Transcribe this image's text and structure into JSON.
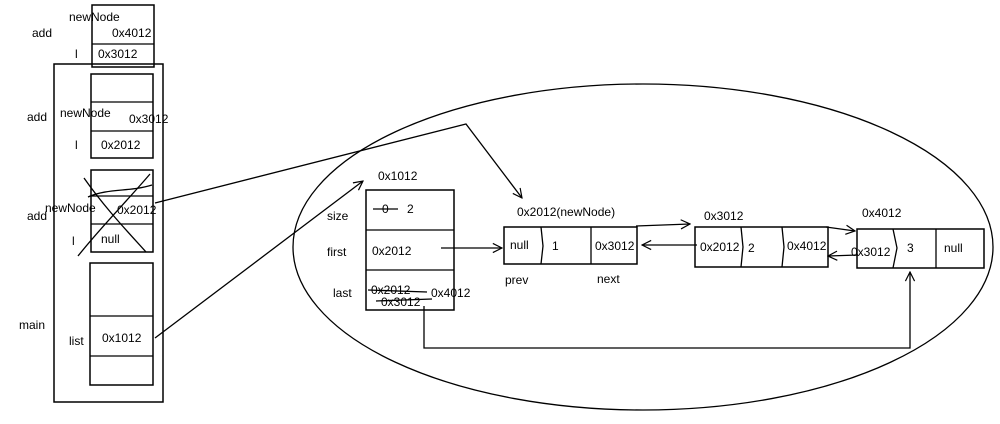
{
  "stack": {
    "frame_add_top": {
      "label": "add",
      "var_newnode": "newNode",
      "val_newnode": "0x4012",
      "var_l": "l",
      "val_l": "0x3012"
    },
    "frame_add_mid": {
      "label": "add",
      "var_newnode": "newNode",
      "val_newnode": "0x3012",
      "var_l": "l",
      "val_l": "0x2012"
    },
    "frame_add_crossed": {
      "label": "add",
      "var_newnode": "newNode",
      "val_newnode": "0x2012",
      "var_l": "l",
      "val_l": "null"
    },
    "frame_main": {
      "label": "main",
      "var_list": "list",
      "val_list": "0x1012"
    }
  },
  "heap": {
    "list_object": {
      "address": "0x1012",
      "size_label": "size",
      "size_old": "0",
      "size_new": "2",
      "first_label": "first",
      "first_value": "0x2012",
      "last_label": "last",
      "last_old_1": "0x2012",
      "last_old_2": "0x3012",
      "last_new": "0x4012"
    },
    "node1": {
      "address": "0x2012(newNode)",
      "prev": "null",
      "item": "1",
      "next": "0x3012",
      "prev_label": "prev",
      "next_label": "next"
    },
    "node2": {
      "address": "0x3012",
      "prev": "0x2012",
      "item": "2",
      "next": "0x4012"
    },
    "node3": {
      "address": "0x4012",
      "prev": "0x3012",
      "item": "3",
      "next": "null"
    }
  }
}
